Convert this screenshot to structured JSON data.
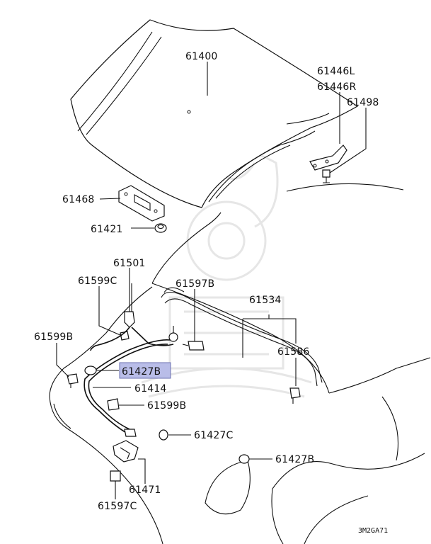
{
  "diagram": {
    "drawing_code": "3M2GA71",
    "highlighted_part": "61427B",
    "highlight_color": "#b9bde8",
    "labels": {
      "p61400": "61400",
      "p61446L": "61446L",
      "p61446R": "61446R",
      "p61498": "61498",
      "p61468": "61468",
      "p61421": "61421",
      "p61501": "61501",
      "p61599C": "61599C",
      "p61597B": "61597B",
      "p61534": "61534",
      "p61599B_left": "61599B",
      "p61586": "61586",
      "p61427B_highlight": "61427B",
      "p61414": "61414",
      "p61599B_lower": "61599B",
      "p61427C": "61427C",
      "p61427B_lower": "61427B",
      "p61471": "61471",
      "p61597C": "61597C"
    }
  }
}
